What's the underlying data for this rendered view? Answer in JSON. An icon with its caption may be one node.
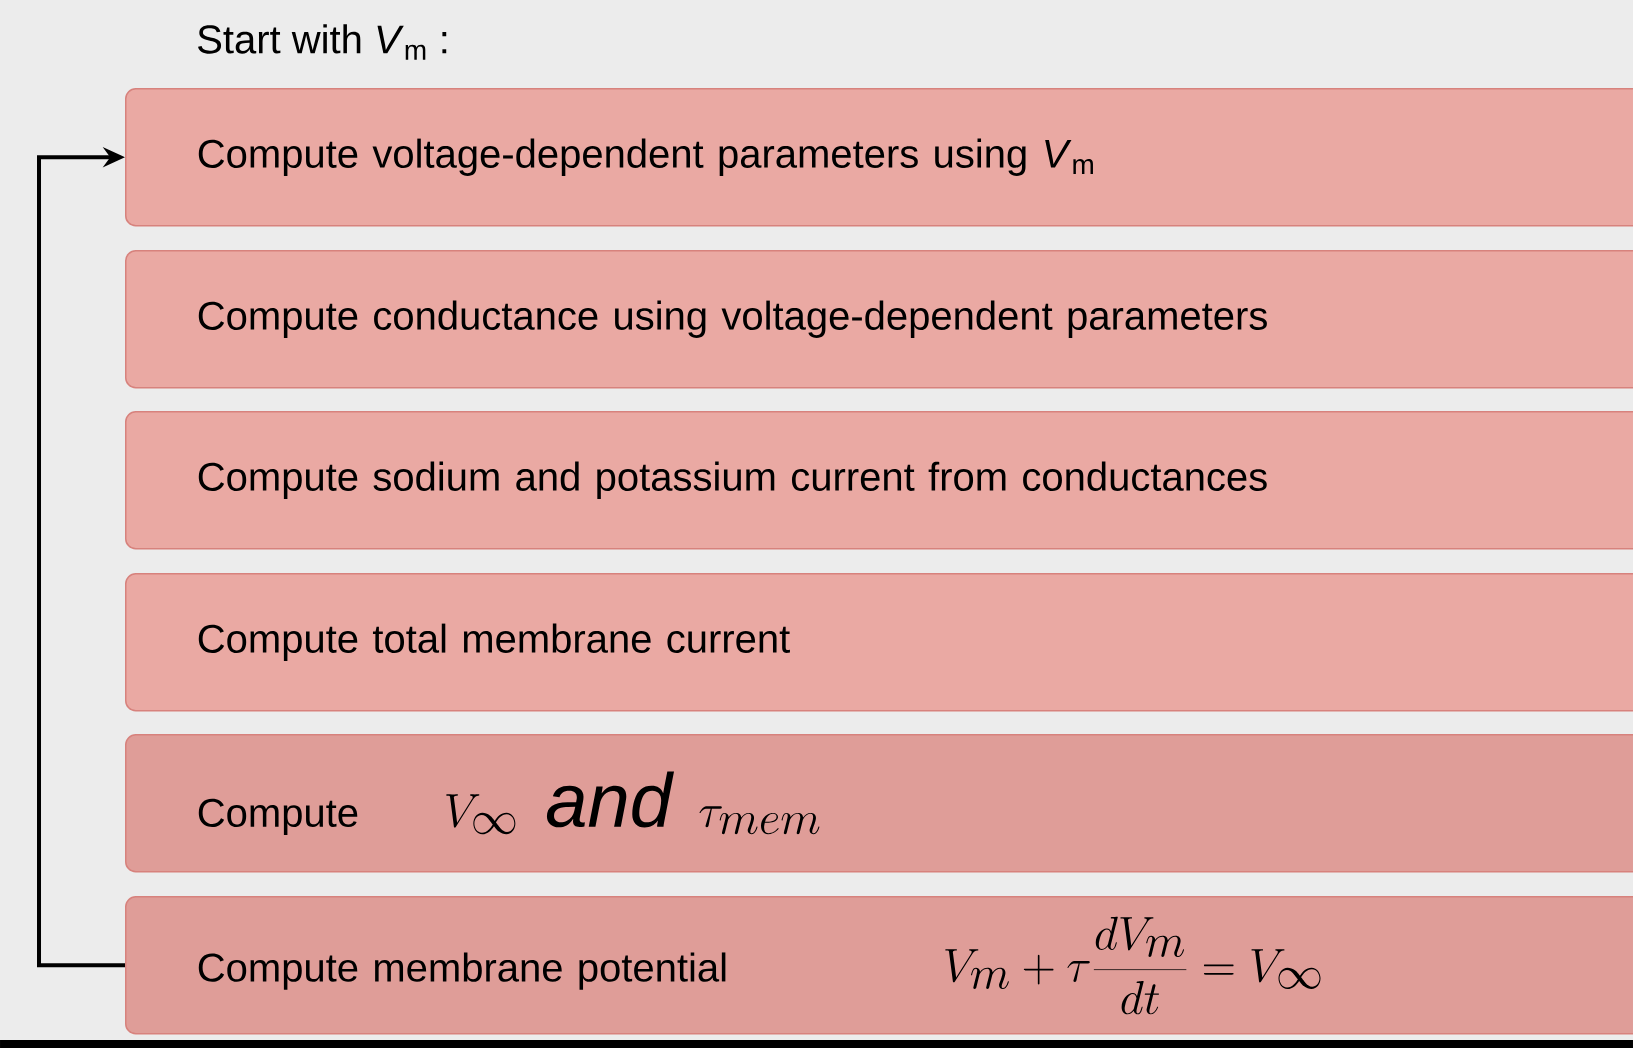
{
  "diagram": {
    "title": "Start with *V*$_{m}$ :",
    "nodes": [
      {
        "text": [
          "Compute voltage-dependent parameters using *V*$_{m}$"
        ]
      },
      {
        "text": [
          "Compute conductance using voltage-dependent parameters"
        ]
      },
      {
        "text": [
          "Compute sodium and potassium current from conductances"
        ]
      },
      {
        "text": [
          "Compute total membrane current"
        ]
      },
      {
        "text": [
          "Compute",
          "V_\\infty \\;\\; \\mathit{and} \\;\\; \\tau_{mem}"
        ]
      },
      {
        "text": [
          "Compute membrane potential",
          "V_m + \\tau \\frac{dV_m}{dt} = V_\\infty"
        ]
      }
    ],
    "edges": [
      {
        "from": 5,
        "to": 0,
        "arrow": "to"
      }
    ]
  }
}
